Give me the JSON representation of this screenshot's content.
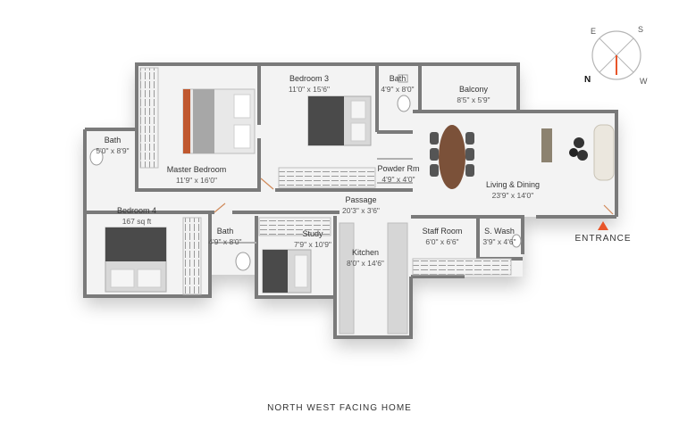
{
  "caption": "NORTH WEST FACING HOME",
  "entrance_label": "ENTRANCE",
  "compass": {
    "n": "N",
    "e": "E",
    "s": "S",
    "w": "W"
  },
  "colors": {
    "accent": "#e8552a",
    "wall": "#7a7a7a",
    "floor": "#f4f4f4",
    "bed_dark": "#4a4a4a",
    "headboard": "#c0582f"
  },
  "rooms": [
    {
      "id": "master-bedroom",
      "name": "Master Bedroom",
      "dims": "11'9\" x 16'0\""
    },
    {
      "id": "bedroom-3",
      "name": "Bedroom 3",
      "dims": "11'0\" x 15'6\""
    },
    {
      "id": "bath-top",
      "name": "Bath",
      "dims": "4'9\" x 8'0\""
    },
    {
      "id": "balcony",
      "name": "Balcony",
      "dims": "8'5\" x 5'9\""
    },
    {
      "id": "bath-left",
      "name": "Bath",
      "dims": "5'0\" x 8'9\""
    },
    {
      "id": "powder-room",
      "name": "Powder Rm",
      "dims": "4'9\" x 4'0\""
    },
    {
      "id": "living-dining",
      "name": "Living & Dining",
      "dims": "23'9\" x 14'0\""
    },
    {
      "id": "passage",
      "name": "Passage",
      "dims": "20'3\" x 3'6\""
    },
    {
      "id": "bedroom-4",
      "name": "Bedroom 4",
      "dims": "167 sq ft"
    },
    {
      "id": "bath-mid",
      "name": "Bath",
      "dims": "4'9\" x 8'0\""
    },
    {
      "id": "study",
      "name": "Study",
      "dims": "7'9\" x 10'9\""
    },
    {
      "id": "kitchen",
      "name": "Kitchen",
      "dims": "8'0\" x 14'6\""
    },
    {
      "id": "staff-room",
      "name": "Staff Room",
      "dims": "6'0\" x 6'6\""
    },
    {
      "id": "service-wash",
      "name": "S. Wash",
      "dims": "3'9\" x 4'6\""
    }
  ]
}
